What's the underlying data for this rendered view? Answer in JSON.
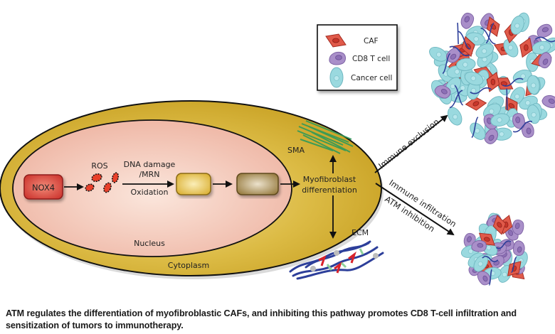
{
  "legend": {
    "items": [
      {
        "label": "CAF",
        "icon": "caf-cell-icon",
        "color": "#e05a4a"
      },
      {
        "label": "CD8 T cell",
        "icon": "cd8-t-cell-icon",
        "color": "#a98fc9"
      },
      {
        "label": "Cancer cell",
        "icon": "cancer-cell-icon",
        "color": "#9ad9df"
      }
    ]
  },
  "pathway": {
    "nox4_label": "NOX4",
    "ros_label": "ROS",
    "dna_damage_label": "DNA damage",
    "mrn_label": "/MRN",
    "oxidation_label": "Oxidation",
    "myofibroblast_line1": "Myofibroblast",
    "myofibroblast_line2": "differentiation",
    "sma_label": "SMA",
    "ecm_label": "ECM",
    "nucleus_label": "Nucleus",
    "cytoplasm_label": "Cytoplasm"
  },
  "outcomes": {
    "exclusion_label": "Immune exclusion",
    "infiltration_label": "Immune infiltration",
    "atm_inhibition_label": "ATM inhibition"
  },
  "colors": {
    "cytoplasm": "#d9b53a",
    "nucleus": "#f2c7b8",
    "nox4": "#d9473c",
    "ros": "#e8402a",
    "box_yellow": "#e6c14a",
    "box_khaki": "#a89058",
    "sma": "#2e9a5a",
    "ecm": "#2d3f9a"
  },
  "caption": "ATM regulates the differentiation of myofibroblastic CAFs, and inhibiting this pathway promotes CD8 T-cell infiltration and sensitization of tumors to immunotherapy."
}
